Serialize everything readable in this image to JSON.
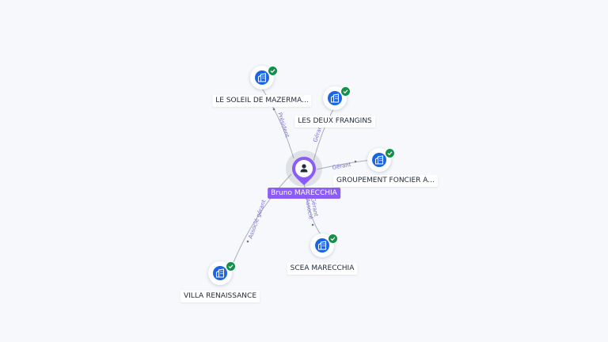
{
  "person": {
    "name": "Bruno MARECCHIA",
    "icon": "person-icon",
    "color": "#8b5cf6"
  },
  "companies": [
    {
      "id": "soleil",
      "name": "LE SOLEIL DE MAZERMA...",
      "icon": "building-icon",
      "verified": true
    },
    {
      "id": "frangins",
      "name": "LES DEUX FRANGINS",
      "icon": "building-icon",
      "verified": true
    },
    {
      "id": "groupement",
      "name": "GROUPEMENT FONCIER A...",
      "icon": "building-icon",
      "verified": true
    },
    {
      "id": "scea",
      "name": "SCEA MARECCHIA",
      "icon": "building-icon",
      "verified": true
    },
    {
      "id": "villa",
      "name": "VILLA RENAISSANCE",
      "icon": "building-icon",
      "verified": true
    }
  ],
  "edges": [
    {
      "target": "soleil",
      "role": "Président"
    },
    {
      "target": "frangins",
      "role": "Gérant"
    },
    {
      "target": "groupement",
      "role": "Gérant"
    },
    {
      "target": "scea",
      "role": "Gérant\nAssocié"
    },
    {
      "target": "villa",
      "role": "Associé gérant"
    }
  ],
  "colors": {
    "company_icon": "#1d64e0",
    "verified_badge": "#14904a",
    "edge_label": "#7b6fd8",
    "background": "#f6f8fb"
  }
}
